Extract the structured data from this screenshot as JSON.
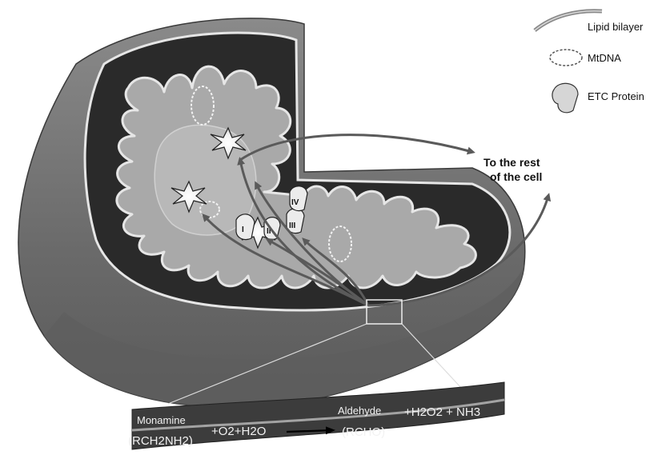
{
  "legend": {
    "lipid_bilayer": "Lipid bilayer",
    "mtdna": "MtDNA",
    "etc_protein": "ETC Protein"
  },
  "callout": {
    "line1": "To the rest",
    "line2": "of the cell"
  },
  "complexes": {
    "c1": "I",
    "c2": "II",
    "c3": "III",
    "c4": "IV"
  },
  "reaction": {
    "substrate_name": "Monamine",
    "substrate_formula": "(RCH2NH2)",
    "reactants_extra": "+O2+H2O",
    "product_name": "Aldehyde",
    "product_formula": "(RCHO)",
    "products_extra": "+H2O2 + NH3"
  },
  "colors": {
    "outer_shell": "#6e6e6e",
    "inner_dark": "#2a2a2a",
    "cristae_fill": "#a9a9a9",
    "membrane_line": "#e6e6e6",
    "arrow": "#5a5a5a",
    "band": "#3c3c3c"
  }
}
